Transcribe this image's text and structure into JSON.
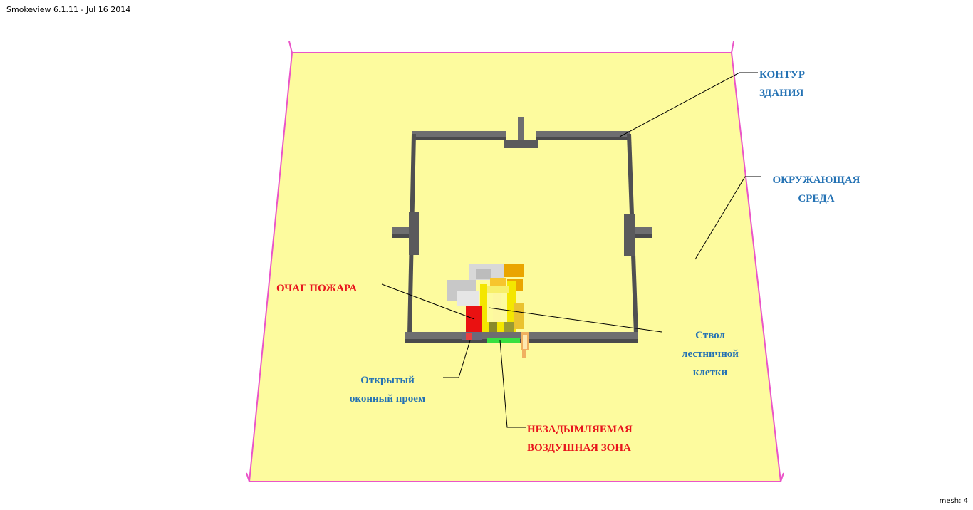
{
  "window": {
    "title": "Smokeview 6.1.11 - Jul 16 2014",
    "status": "mesh: 4"
  },
  "colors": {
    "ground": "#fdfb9e",
    "frame": "#ea55c8",
    "wall_top": "#6e6e70",
    "wall_side": "#4a4a4c",
    "fire": "#ea1111",
    "stair": "#f4e600",
    "air_zone": "#38e040",
    "label_blue": "#2472b4",
    "label_red": "#e8141c"
  },
  "labels": {
    "building_outline": [
      "КОНТУР",
      "ЗДАНИЯ"
    ],
    "environment": [
      "ОКРУЖАЮЩАЯ",
      "СРЕДА"
    ],
    "fire_source": [
      "ОЧАГ ПОЖАРА"
    ],
    "stair_shaft": [
      "Ствол",
      "лестничной",
      "клетки"
    ],
    "open_window": [
      "Открытый",
      "оконный проем"
    ],
    "smokeproof_zone": [
      "НЕЗАДЫМЛЯЕМАЯ",
      "ВОЗДУШНАЯ ЗОНА"
    ]
  }
}
